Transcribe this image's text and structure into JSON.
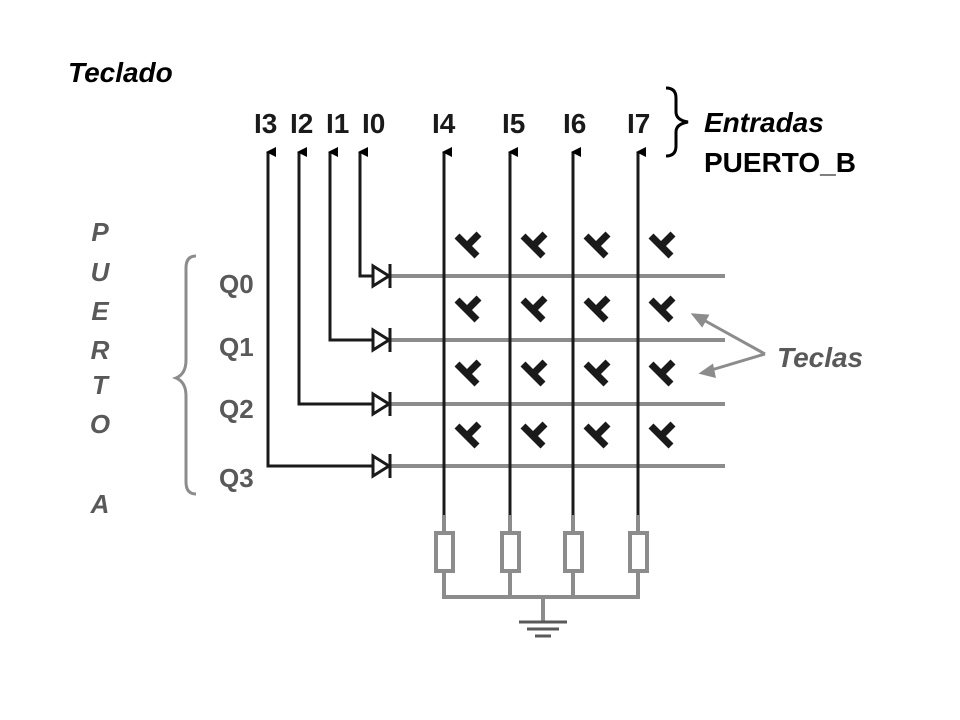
{
  "title": "Teclado",
  "inputs": [
    "I3",
    "I2",
    "I1",
    "I0",
    "I4",
    "I5",
    "I6",
    "I7"
  ],
  "entradas_line1": "Entradas",
  "entradas_line2": "PUERTO_B",
  "rows": [
    "Q0",
    "Q1",
    "Q2",
    "Q3"
  ],
  "puerto_a_letters": [
    "P",
    "U",
    "E",
    "R",
    "T",
    "O",
    "",
    "A"
  ],
  "teclas": "Teclas",
  "key_grid": {
    "rows": 4,
    "cols": 4
  },
  "colors": {
    "dark": "#1a1a1a",
    "gray": "#8c8c8c",
    "mid": "#595959",
    "black": "#000000"
  }
}
